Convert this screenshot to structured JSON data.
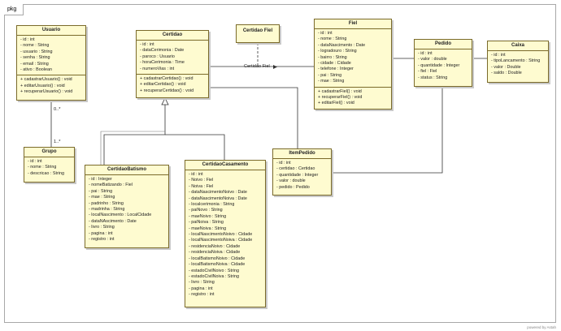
{
  "package": {
    "name": "pkg"
  },
  "classes": {
    "usuario": {
      "name": "Usuario",
      "attributes": [
        "- id : int",
        "- nome : String",
        "- usuario : String",
        "- senha : String",
        "- email : String",
        "- ativo : Boolean"
      ],
      "operations": [
        "+ cadastrarUsuario() : void",
        "+ editarUsuario() : void",
        "+ recuperarUsuario() : void"
      ]
    },
    "certidao": {
      "name": "Certidao",
      "attributes": [
        "- id : int",
        "- dataCerimonia : Date",
        "- paroco : Usuario",
        "- horaCerimonia : Time",
        "- numeroVias : int"
      ],
      "operations": [
        "+ cadastrarCertidao() : void",
        "+ editarCertidao() : void",
        "+ recuperarCertidao() : void"
      ]
    },
    "certidaoFiel": {
      "name": "Certidao Fiel"
    },
    "fiel": {
      "name": "Fiel",
      "attributes": [
        "- id : int",
        "- nome : String",
        "- dataNascimento : Date",
        "- logradouro : String",
        "- bairro : String",
        "- cidade : Cidade",
        "- telefone : Integer",
        "- pai : String",
        "- mae : String"
      ],
      "operations": [
        "+ cadastrarFiel() : void",
        "+ recuperarFiel() : void",
        "+ editarFiel() : void"
      ]
    },
    "pedido": {
      "name": "Pedido",
      "attributes": [
        "- id : int",
        "- valor : double",
        "- quantidade : Integer",
        "- fiel : Fiel",
        "- status : String"
      ]
    },
    "caixa": {
      "name": "Caixa",
      "attributes": [
        "- id : int",
        "- tipoLancamento : String",
        "- valor : Double",
        "- saldo : Double"
      ]
    },
    "grupo": {
      "name": "Grupo",
      "attributes": [
        "- id : int",
        "- nome : String",
        "- descricao : String"
      ]
    },
    "certidaoBatismo": {
      "name": "CertidaoBatismo",
      "attributes": [
        "- id : Integer",
        "- nomeBatizando : Fiel",
        "- pai : String",
        "- mae : String",
        "- padrinho : String",
        "- madrinha : String",
        "- localNascimento : LocalCidade",
        "- dataNAscimento : Date",
        "- livro : String",
        "- pagina : int",
        "- registro : int"
      ]
    },
    "certidaoCasamento": {
      "name": "CertidaoCasamento",
      "attributes": [
        "- id : int",
        "- Noivo : Fiel",
        "- Noiva : Fiel",
        "- dataNascimentoNoivo : Date",
        "- dataNascimentoNoiva : Date",
        "- localcerimonia : String",
        "- paiNovo : String",
        "- maeNoivo : String",
        "- paiNoiva : String",
        "- maeNoiva : String",
        "- localNascimentoNoivo : Cidade",
        "- localNascimentoNoiva : Cidade",
        "- residenciaNoivo : Cidade",
        "- residenciaNoiva : Cidade",
        "- localBatismoNoivo : Cidade",
        "- localBatismoNoiva : Cidade",
        "- estadoCivilNoivo : String",
        "- estadoCivilNoiva : String",
        "- livro : String",
        "- pagina : int",
        "- registro : int"
      ]
    },
    "itemPedido": {
      "name": "ItemPedido",
      "attributes": [
        "- id : int",
        "- certidao : Certidao",
        "- quantidade : Integer",
        "- valor : double",
        "- pedido : Pedido"
      ]
    }
  },
  "relations": {
    "certidaoFielLabel": "Certidao Fiel",
    "usuarioGrupoTop": "0..*",
    "usuarioGrupoBottom": "1..*"
  },
  "footer": "powered by Astah"
}
